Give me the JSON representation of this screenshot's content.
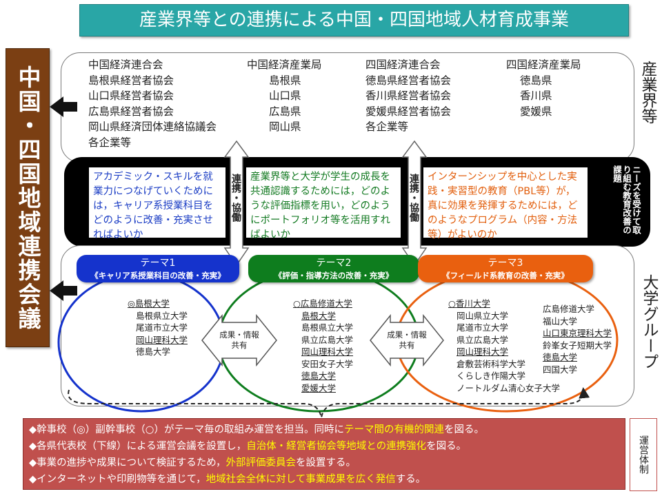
{
  "title": "産業界等との連携による中国・四国地域人材育成事業",
  "council_label": "中国・四国地域連携会議",
  "industry": {
    "side_label": "産業界等",
    "columns": [
      [
        "中国経済連合会",
        "島根県経営者協会",
        "山口県経営者協会",
        "広島県経営者協会",
        "岡山県経済団体連絡協議会",
        "各企業等"
      ],
      [
        "中国経済産業局",
        "島根県",
        "山口県",
        "広島県",
        "岡山県"
      ],
      [
        "四国経済連合会",
        "徳島県経営者協会",
        "香川県経営者協会",
        "愛媛県経営者協会",
        "各企業等"
      ],
      [
        "四国経済産業局",
        "徳島県",
        "香川県",
        "愛媛県"
      ]
    ]
  },
  "cooperation_label": "連携・協働",
  "issues": {
    "q1": "アカデミック・スキルを就業力につなげていくためには，キャリア系授業科目をどのように改善・充実させればよいか",
    "q2": "産業界等と大学が学生の成長を共通認識するためには，どのような評価指標を用い，どのようにポートフォリオ等を活用すればよいか",
    "q3": "インターンシップを中心とした実践・実習型の教育（PBL等）が，真に効果を発揮するためには，どのようなプログラム（内容・方法等）がよいのか",
    "side_label": "ニーズを受けて取り組む教育改善の課題"
  },
  "themes": [
    {
      "title": "テーマ1",
      "subtitle": "《キャリア系授業科目の改善・充実》",
      "color": "#1533cc"
    },
    {
      "title": "テーマ2",
      "subtitle": "《評価・指導方法の改善・充実》",
      "color": "#0e7d1e"
    },
    {
      "title": "テーマ3",
      "subtitle": "《フィールド系教育の改善・充実》",
      "color": "#e9600f"
    }
  ],
  "universities": {
    "side_label": "大学グループ",
    "group1": {
      "lead": "◎島根大学",
      "members": [
        {
          "name": "島根県立大学",
          "underline": false
        },
        {
          "name": "尾道市立大学",
          "underline": false
        },
        {
          "name": "岡山理科大学",
          "underline": true
        },
        {
          "name": "徳島大学",
          "underline": false
        }
      ]
    },
    "group2": {
      "lead": "○広島修道大学",
      "members": [
        {
          "name": "島根大学",
          "underline": true
        },
        {
          "name": "島根県立大学",
          "underline": false
        },
        {
          "name": "県立広島大学",
          "underline": false
        },
        {
          "name": "岡山理科大学",
          "underline": true
        },
        {
          "name": "安田女子大学",
          "underline": false
        },
        {
          "name": "徳島大学",
          "underline": true
        },
        {
          "name": "愛媛大学",
          "underline": true
        }
      ]
    },
    "group3": {
      "lead": "○香川大学",
      "members_left": [
        {
          "name": "岡山県立大学",
          "underline": false
        },
        {
          "name": "尾道市立大学",
          "underline": false
        },
        {
          "name": "県立広島大学",
          "underline": false
        },
        {
          "name": "岡山理科大学",
          "underline": true
        },
        {
          "name": "倉敷芸術科学大学",
          "underline": false
        },
        {
          "name": "くらしき作陽大学",
          "underline": false
        },
        {
          "name": "ノートルダム清心女子大学",
          "underline": false
        }
      ],
      "members_right": [
        {
          "name": "広島修道大学",
          "underline": false
        },
        {
          "name": "福山大学",
          "underline": false
        },
        {
          "name": "山口東京理科大学",
          "underline": true
        },
        {
          "name": "鈴峯女子短期大学",
          "underline": false
        },
        {
          "name": "徳島大学",
          "underline": true
        },
        {
          "name": "四国大学",
          "underline": false
        }
      ]
    },
    "share_label_1": "成果・情報",
    "share_label_2": "共有"
  },
  "operation": {
    "bullets": [
      [
        {
          "t": "◆幹事校（◎）副幹事校（○）がテーマ毎の取組み運営を担当。同時に",
          "hl": false
        },
        {
          "t": "テーマ間の有機的関連",
          "hl": true
        },
        {
          "t": "を図る。",
          "hl": false
        }
      ],
      [
        {
          "t": "◆各県代表校（下線）による運営会議を設置し，",
          "hl": false
        },
        {
          "t": "自治体・経営者協会等地域との連携強化",
          "hl": true
        },
        {
          "t": "を図る。",
          "hl": false
        }
      ],
      [
        {
          "t": "◆事業の進捗や成果について検証するため，",
          "hl": false
        },
        {
          "t": "外部評価委員会",
          "hl": true
        },
        {
          "t": "を設置する。",
          "hl": false
        }
      ],
      [
        {
          "t": "◆インターネットや印刷物等を通じて，",
          "hl": false
        },
        {
          "t": "地域社会全体に対して事業成果を広く発信",
          "hl": true
        },
        {
          "t": "する。",
          "hl": false
        }
      ]
    ],
    "side_label": "運営体制"
  }
}
